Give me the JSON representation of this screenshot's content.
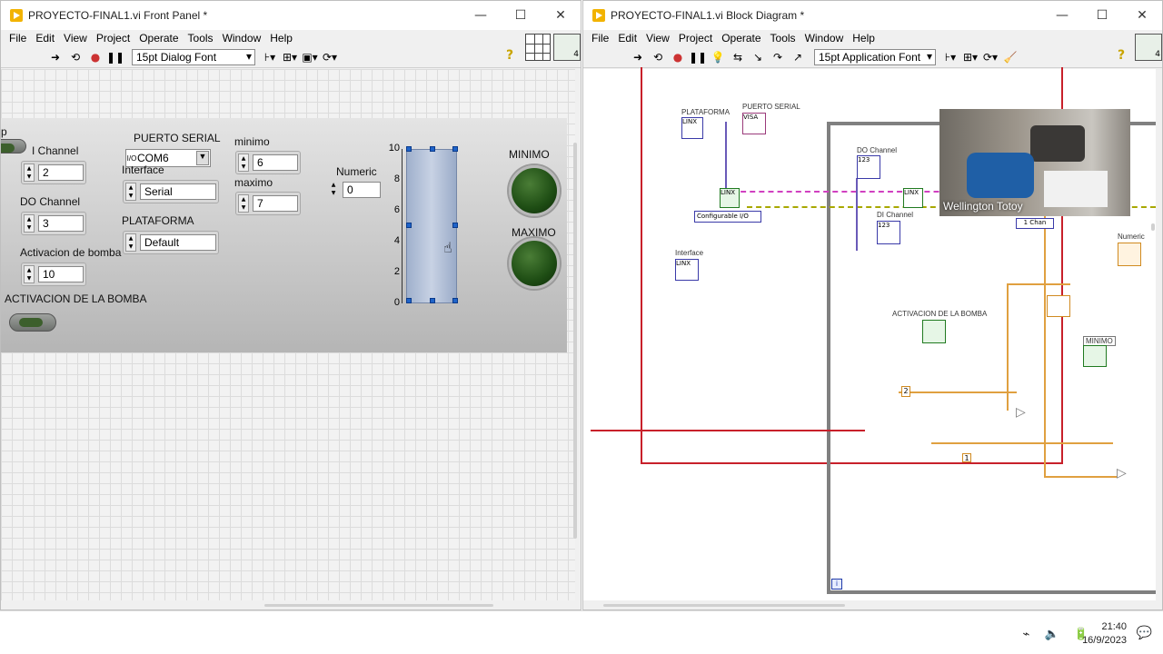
{
  "front_panel": {
    "title": "PROYECTO-FINAL1.vi Front Panel *",
    "menu": [
      "File",
      "Edit",
      "View",
      "Project",
      "Operate",
      "Tools",
      "Window",
      "Help"
    ],
    "font": "15pt Dialog Font",
    "icon_badge": "4",
    "controls": {
      "truncated_label": "p",
      "di_channel_label": "I Channel",
      "di_channel_value": "2",
      "do_channel_label": "DO Channel",
      "do_channel_value": "3",
      "activacion_label": "Activacion de bomba",
      "activacion_value": "10",
      "bomba_label": "ACTIVACION DE LA BOMBA",
      "puerto_serial_label": "PUERTO SERIAL",
      "puerto_serial_value": "COM6",
      "interface_label": "Interface",
      "interface_value": "Serial",
      "plataforma_label": "PLATAFORMA",
      "plataforma_value": "Default",
      "minimo_label": "minimo",
      "minimo_value": "6",
      "maximo_label": "maximo",
      "maximo_value": "7",
      "numeric_label": "Numeric",
      "numeric_value": "0",
      "led_minimo_label": "MINIMO",
      "led_maximo_label": "MAXIMO",
      "tank_ticks": [
        "10",
        "8",
        "6",
        "4",
        "2",
        "0"
      ],
      "tank_level": 0
    }
  },
  "block_diagram": {
    "title": "PROYECTO-FINAL1.vi Block Diagram *",
    "menu": [
      "File",
      "Edit",
      "View",
      "Project",
      "Operate",
      "Tools",
      "Window",
      "Help"
    ],
    "font": "15pt Application Font",
    "icon_badge": "4",
    "nodes": {
      "plataforma": "PLATAFORMA",
      "puerto_serial": "PUERTO SERIAL",
      "configurable": "Configurable I/O",
      "interface": "Interface",
      "do_channel": "DO Channel",
      "di_channel": "DI Channel",
      "one_chan": "1 Chan",
      "numeric": "Numeric",
      "activacion": "ACTIVACION DE LA BOMBA",
      "minimo": "MINIMO",
      "const_2": "2",
      "const_1": "1",
      "loop_i": "i",
      "node_text_line": "LINX",
      "node_text_visa": "VISA",
      "node_text_123": "123"
    }
  },
  "webcam": {
    "name": "Wellington Totoy"
  },
  "taskbar": {
    "time": "21:40",
    "date": "16/9/2023"
  }
}
